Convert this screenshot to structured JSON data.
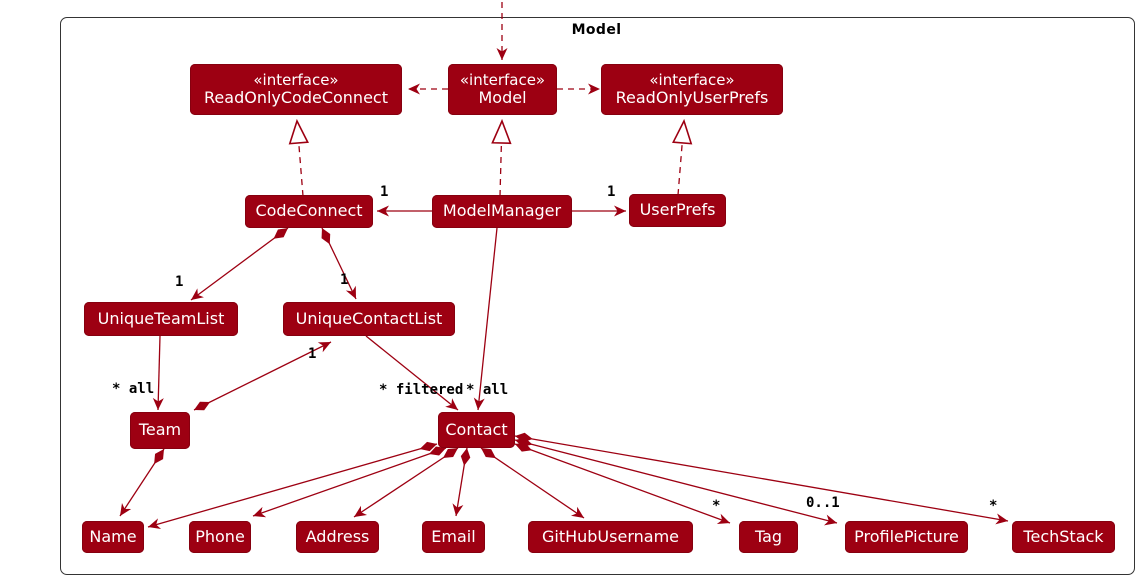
{
  "diagram": {
    "title": "Model",
    "accent_color": "#9D0012",
    "frame_border_color": "#343434",
    "background_color": "#FFFFFF"
  },
  "nodes": {
    "readOnlyCodeConnect": {
      "stereotype": "«interface»",
      "label": "ReadOnlyCodeConnect"
    },
    "model": {
      "stereotype": "«interface»",
      "label": "Model"
    },
    "readOnlyUserPrefs": {
      "stereotype": "«interface»",
      "label": "ReadOnlyUserPrefs"
    },
    "codeConnect": {
      "label": "CodeConnect"
    },
    "modelManager": {
      "label": "ModelManager"
    },
    "userPrefs": {
      "label": "UserPrefs"
    },
    "uniqueTeamList": {
      "label": "UniqueTeamList"
    },
    "uniqueContactList": {
      "label": "UniqueContactList"
    },
    "team": {
      "label": "Team"
    },
    "contact": {
      "label": "Contact"
    },
    "name": {
      "label": "Name"
    },
    "phone": {
      "label": "Phone"
    },
    "address": {
      "label": "Address"
    },
    "email": {
      "label": "Email"
    },
    "gitHubUsername": {
      "label": "GitHubUsername"
    },
    "tag": {
      "label": "Tag"
    },
    "profilePicture": {
      "label": "ProfilePicture"
    },
    "techStack": {
      "label": "TechStack"
    }
  },
  "edge_labels": {
    "mm_codeconnect": "1",
    "mm_userprefs": "1",
    "cc_uniqueteamlist": "1",
    "cc_uniquecontactlist": "1",
    "team_uniquecontactlist": "1",
    "utl_team": "* all",
    "mm_contact": "* filtered",
    "ucl_contact": "* all",
    "contact_tag": "*",
    "contact_profilepicture": "0..1",
    "contact_techstack": "*"
  },
  "edges": [
    {
      "from": "(outside frame)",
      "to": "Model",
      "type": "dashed-arrow"
    },
    {
      "from": "Model",
      "to": "ReadOnlyCodeConnect",
      "type": "dependency"
    },
    {
      "from": "Model",
      "to": "ReadOnlyUserPrefs",
      "type": "dependency"
    },
    {
      "from": "CodeConnect",
      "to": "ReadOnlyCodeConnect",
      "type": "realization"
    },
    {
      "from": "ModelManager",
      "to": "Model",
      "type": "realization"
    },
    {
      "from": "UserPrefs",
      "to": "ReadOnlyUserPrefs",
      "type": "realization"
    },
    {
      "from": "ModelManager",
      "to": "CodeConnect",
      "type": "association",
      "label": "1"
    },
    {
      "from": "ModelManager",
      "to": "UserPrefs",
      "type": "association",
      "label": "1"
    },
    {
      "from": "CodeConnect",
      "to": "UniqueTeamList",
      "type": "composition",
      "label": "1"
    },
    {
      "from": "CodeConnect",
      "to": "UniqueContactList",
      "type": "composition",
      "label": "1"
    },
    {
      "from": "UniqueTeamList",
      "to": "Team",
      "type": "association",
      "label": "* all"
    },
    {
      "from": "Team",
      "to": "UniqueContactList",
      "type": "composition",
      "label": "1"
    },
    {
      "from": "Team",
      "to": "Name",
      "type": "composition"
    },
    {
      "from": "UniqueContactList",
      "to": "Contact",
      "type": "association",
      "label": "* all"
    },
    {
      "from": "ModelManager",
      "to": "Contact",
      "type": "association",
      "label": "* filtered"
    },
    {
      "from": "Contact",
      "to": "Name",
      "type": "composition"
    },
    {
      "from": "Contact",
      "to": "Phone",
      "type": "composition"
    },
    {
      "from": "Contact",
      "to": "Address",
      "type": "composition"
    },
    {
      "from": "Contact",
      "to": "Email",
      "type": "composition"
    },
    {
      "from": "Contact",
      "to": "GitHubUsername",
      "type": "composition"
    },
    {
      "from": "Contact",
      "to": "Tag",
      "type": "composition",
      "label": "*"
    },
    {
      "from": "Contact",
      "to": "ProfilePicture",
      "type": "composition",
      "label": "0..1"
    },
    {
      "from": "Contact",
      "to": "TechStack",
      "type": "composition",
      "label": "*"
    }
  ]
}
